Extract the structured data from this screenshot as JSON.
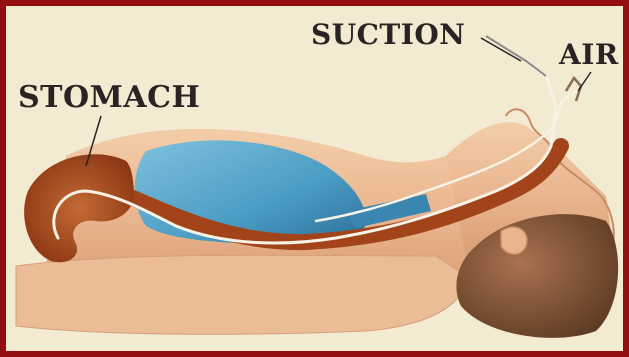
{
  "labels": {
    "stomach": "STOMACH",
    "suction": "SUCTION",
    "air": "AIR"
  },
  "colors": {
    "frame": "#930e0e",
    "background": "#f2ead1",
    "skin": "#e8b58f",
    "skin_dark": "#d9986c",
    "esophagus": "#a2431a",
    "lung": "#4a9cc4",
    "hair": "#8c5a3a",
    "label_text": "#2a2324"
  }
}
